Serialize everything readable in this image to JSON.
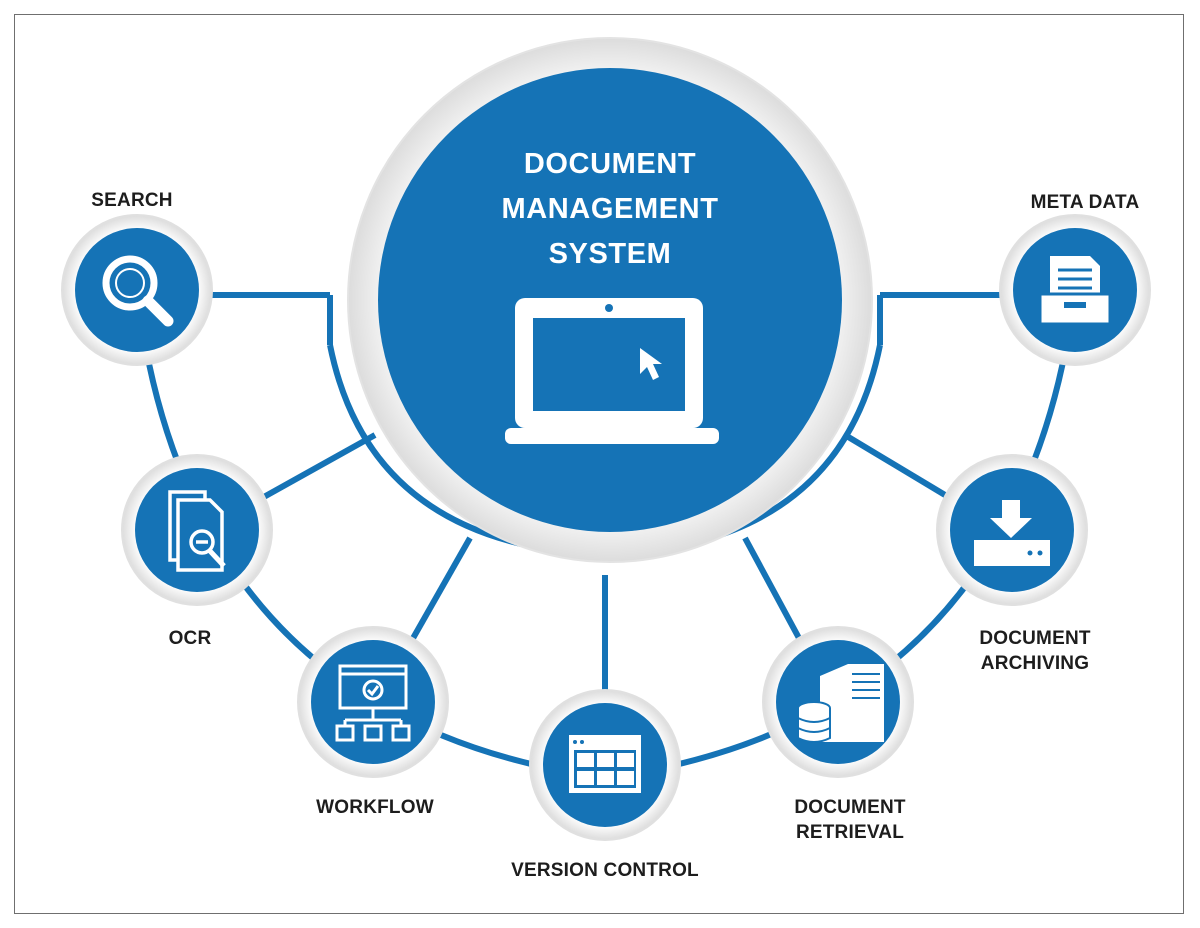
{
  "center": {
    "title": "DOCUMENT\nMANAGEMENT\nSYSTEM",
    "icon": "laptop-cursor-icon"
  },
  "nodes": [
    {
      "id": "search",
      "label": "SEARCH",
      "icon": "magnifier-icon"
    },
    {
      "id": "ocr",
      "label": "OCR",
      "icon": "document-scan-icon"
    },
    {
      "id": "workflow",
      "label": "WORKFLOW",
      "icon": "workflow-chart-icon"
    },
    {
      "id": "version-control",
      "label": "VERSION CONTROL",
      "icon": "grid-window-icon"
    },
    {
      "id": "document-retrieval",
      "label": "DOCUMENT\nRETRIEVAL",
      "icon": "server-database-icon"
    },
    {
      "id": "document-archiving",
      "label": "DOCUMENT\nARCHIVING",
      "icon": "download-drive-icon"
    },
    {
      "id": "meta-data",
      "label": "META DATA",
      "icon": "file-tray-icon"
    }
  ],
  "colors": {
    "primary": "#1573b6",
    "ring": "#e9e9e9",
    "text": "#1d1d1d",
    "background": "#ffffff"
  }
}
